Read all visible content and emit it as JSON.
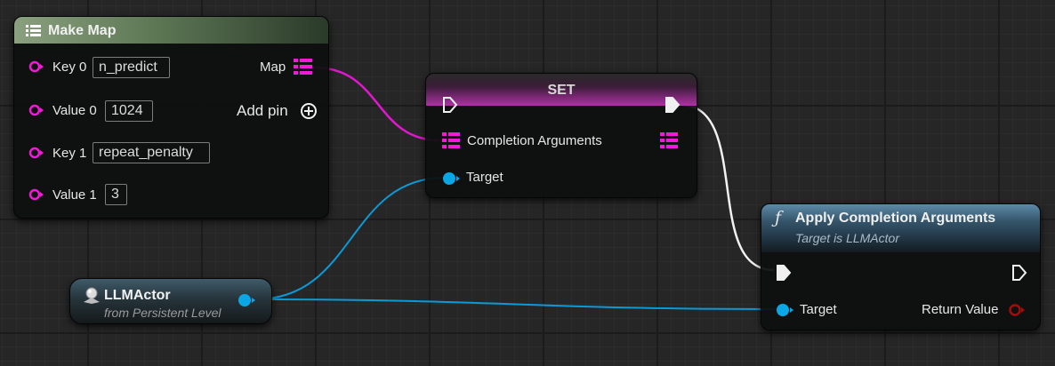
{
  "make_map": {
    "title": "Make Map",
    "rows": [
      {
        "key_label": "Key 0",
        "value": "n_predict"
      },
      {
        "key_label": "Value 0",
        "value": "1024"
      },
      {
        "key_label": "Key 1",
        "value": "repeat_penalty"
      },
      {
        "key_label": "Value 1",
        "value": "3"
      }
    ],
    "output_label": "Map",
    "add_pin_label": "Add pin"
  },
  "set_node": {
    "title": "SET",
    "completion_label": "Completion Arguments",
    "target_label": "Target"
  },
  "apply_node": {
    "title": "Apply Completion Arguments",
    "subtitle": "Target is LLMActor",
    "target_label": "Target",
    "return_label": "Return Value"
  },
  "actor_node": {
    "title": "LLMActor",
    "subtitle": "from Persistent Level"
  },
  "colors": {
    "map_pin": "#f219d9",
    "object_pin": "#0aa7e6",
    "return_pin": "#a50b0b",
    "exec_wire": "#ffffff"
  },
  "icons": {
    "make_map": "map-list-icon",
    "function": "function-icon",
    "actor": "actor-icon"
  }
}
